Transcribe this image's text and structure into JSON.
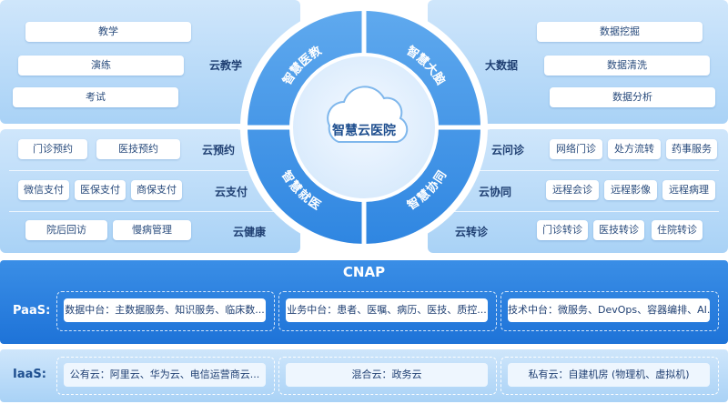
{
  "left_groups": [
    {
      "label": "云教学",
      "items": [
        "教学",
        "演练",
        "考试"
      ]
    },
    {
      "label": "云预约",
      "items": [
        "门诊预约",
        "医技预约"
      ]
    },
    {
      "label": "云支付",
      "items": [
        "微信支付",
        "医保支付",
        "商保支付"
      ]
    },
    {
      "label": "云健康",
      "items": [
        "院后回访",
        "慢病管理"
      ]
    }
  ],
  "right_groups": [
    {
      "label": "大数据",
      "items": [
        "数据挖掘",
        "数据清洗",
        "数据分析"
      ]
    },
    {
      "label": "云问诊",
      "items": [
        "网络门诊",
        "处方流转",
        "药事服务"
      ]
    },
    {
      "label": "云协同",
      "items": [
        "远程会诊",
        "远程影像",
        "远程病理"
      ]
    },
    {
      "label": "云转诊",
      "items": [
        "门诊转诊",
        "医技转诊",
        "住院转诊"
      ]
    }
  ],
  "ring": {
    "center": "智慧云医院",
    "quadrants": [
      "智慧医教",
      "智慧大脑",
      "智慧就医",
      "智慧协同"
    ]
  },
  "cnap": {
    "title": "CNAP",
    "paas_label": "PaaS:",
    "paas_items": [
      "数据中台：主数据服务、知识服务、临床数...",
      "业务中台：患者、医嘱、病历、医技、质控...",
      "技术中台：微服务、DevOps、容器编排、AI..."
    ]
  },
  "iaas": {
    "label": "IaaS:",
    "items": [
      "公有云：阿里云、华为云、电信运营商云...",
      "混合云：政务云",
      "私有云：自建机房 (物理机、虚拟机)"
    ]
  },
  "colors": {
    "accent": "#1e73d8",
    "panel": "#b9dbf8",
    "text": "#1f3f72"
  }
}
